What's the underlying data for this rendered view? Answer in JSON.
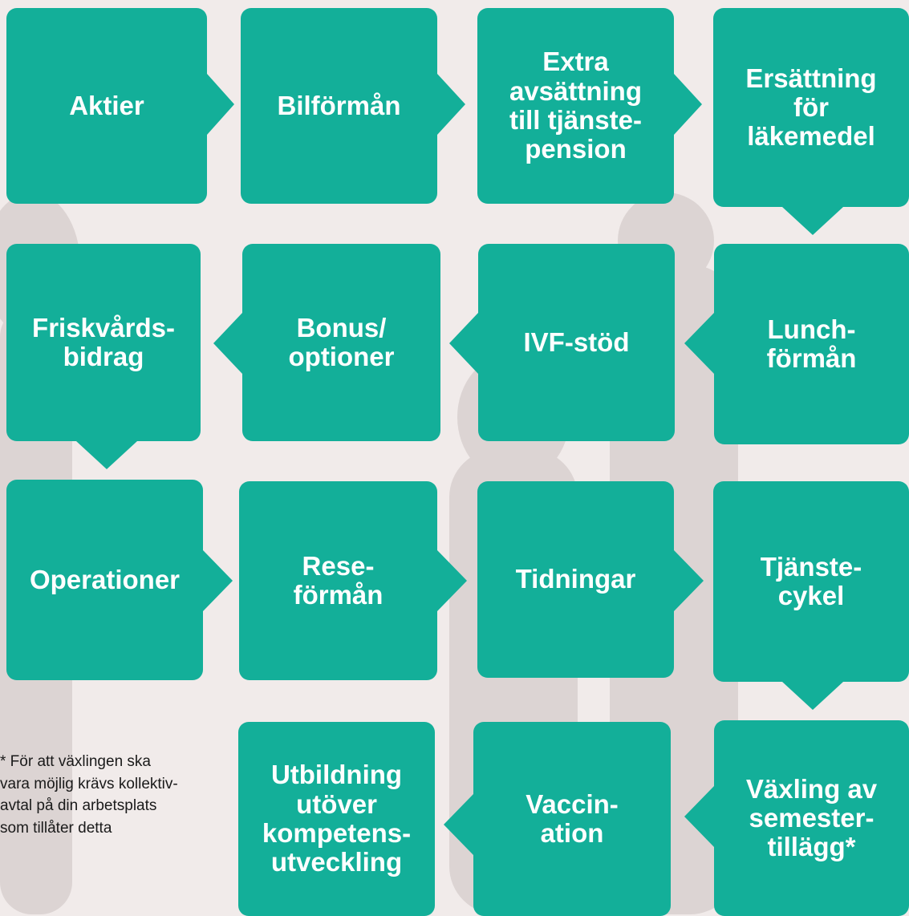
{
  "tiles": [
    "Aktier",
    "Bilförmån",
    "Extra\navsättning\ntill tjänste-\npension",
    "Ersättning\nför\nläkemedel",
    "Friskvårds-\nbidrag",
    "Bonus/\noptioner",
    "IVF-stöd",
    "Lunch-\nförmån",
    "Operationer",
    "Rese-\nförmån",
    "Tidningar",
    "Tjänste-\ncykel",
    "Utbildning\nutöver\nkompetens-\nutveckling",
    "Vaccin-\nation",
    "Växling av\nsemester-\ntillägg*"
  ],
  "footnote": "* För att växlingen ska\nvara möjlig krävs kollektiv-\navtal på din arbetsplats\nsom tillåter detta",
  "colors": {
    "tile": "#13af99",
    "background": "#f1ebea",
    "silhouette": "#d9d1d0"
  }
}
